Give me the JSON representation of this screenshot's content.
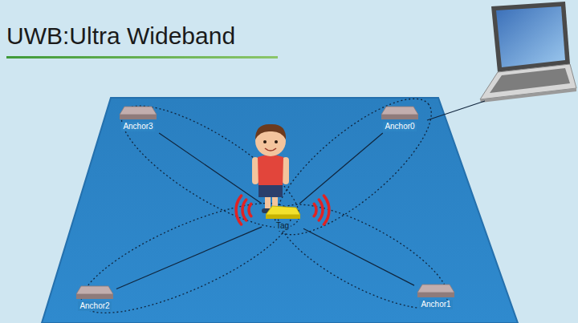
{
  "diagram": {
    "title": "UWB:Ultra Wideband",
    "nodes": [
      {
        "text": [
          "Anchor3"
        ]
      },
      {
        "text": [
          "Anchor0"
        ]
      },
      {
        "text": [
          "Tag"
        ]
      },
      {
        "text": [
          "Anchor2"
        ]
      },
      {
        "text": [
          "Anchor1"
        ]
      }
    ],
    "edges": [
      {
        "from": 2,
        "to": 0,
        "arrow": "none"
      },
      {
        "from": 2,
        "to": 1,
        "arrow": "none"
      },
      {
        "from": 2,
        "to": 3,
        "arrow": "none"
      },
      {
        "from": 2,
        "to": 4,
        "arrow": "none"
      }
    ]
  }
}
